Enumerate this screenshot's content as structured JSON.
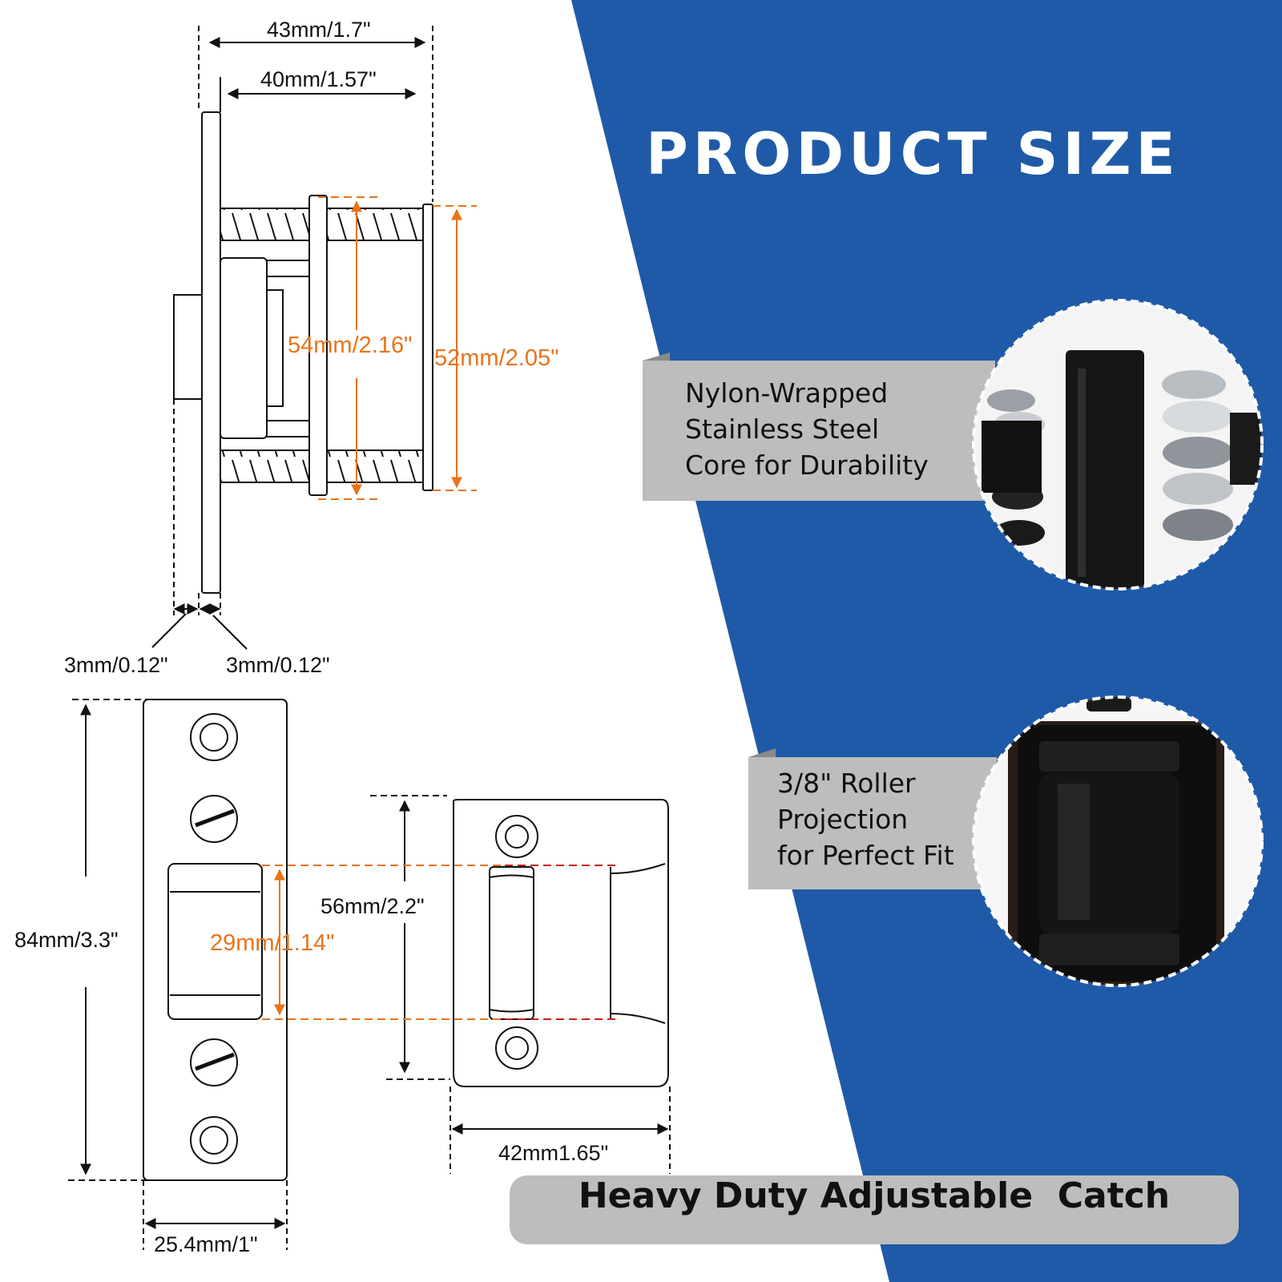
{
  "title": "PRODUCT SIZE",
  "dimensions": {
    "overall_depth": "43mm/1.7\"",
    "body_length": "40mm/1.57\"",
    "flange_height": "54mm/2.16\"",
    "thread_height": "52mm/2.05\"",
    "plate_thickness_left": "3mm/0.12\"",
    "plate_thickness_right": "3mm/0.12\"",
    "faceplate_height": "84mm/3.3\"",
    "roller_height": "29mm/1.14\"",
    "strike_height": "56mm/2.2\"",
    "strike_width": "42mm1.65\"",
    "faceplate_width": "25.4mm/1\""
  },
  "callouts": {
    "spring": {
      "line1": "Nylon-Wrapped",
      "line2": "Stainless Steel",
      "line3": "Core for Durability"
    },
    "roller": {
      "line1": "3/8\" Roller",
      "line2": "Projection",
      "line3": "for Perfect Fit"
    }
  },
  "banner": "Heavy Duty Adjustable  Catch",
  "colors": {
    "blue_panel": "#1f5aa8",
    "dimension_orange": "#e8731a",
    "red_guides": "#cc1b1b",
    "callout_grey": "#bdbdbd",
    "line_black": "#111111"
  }
}
